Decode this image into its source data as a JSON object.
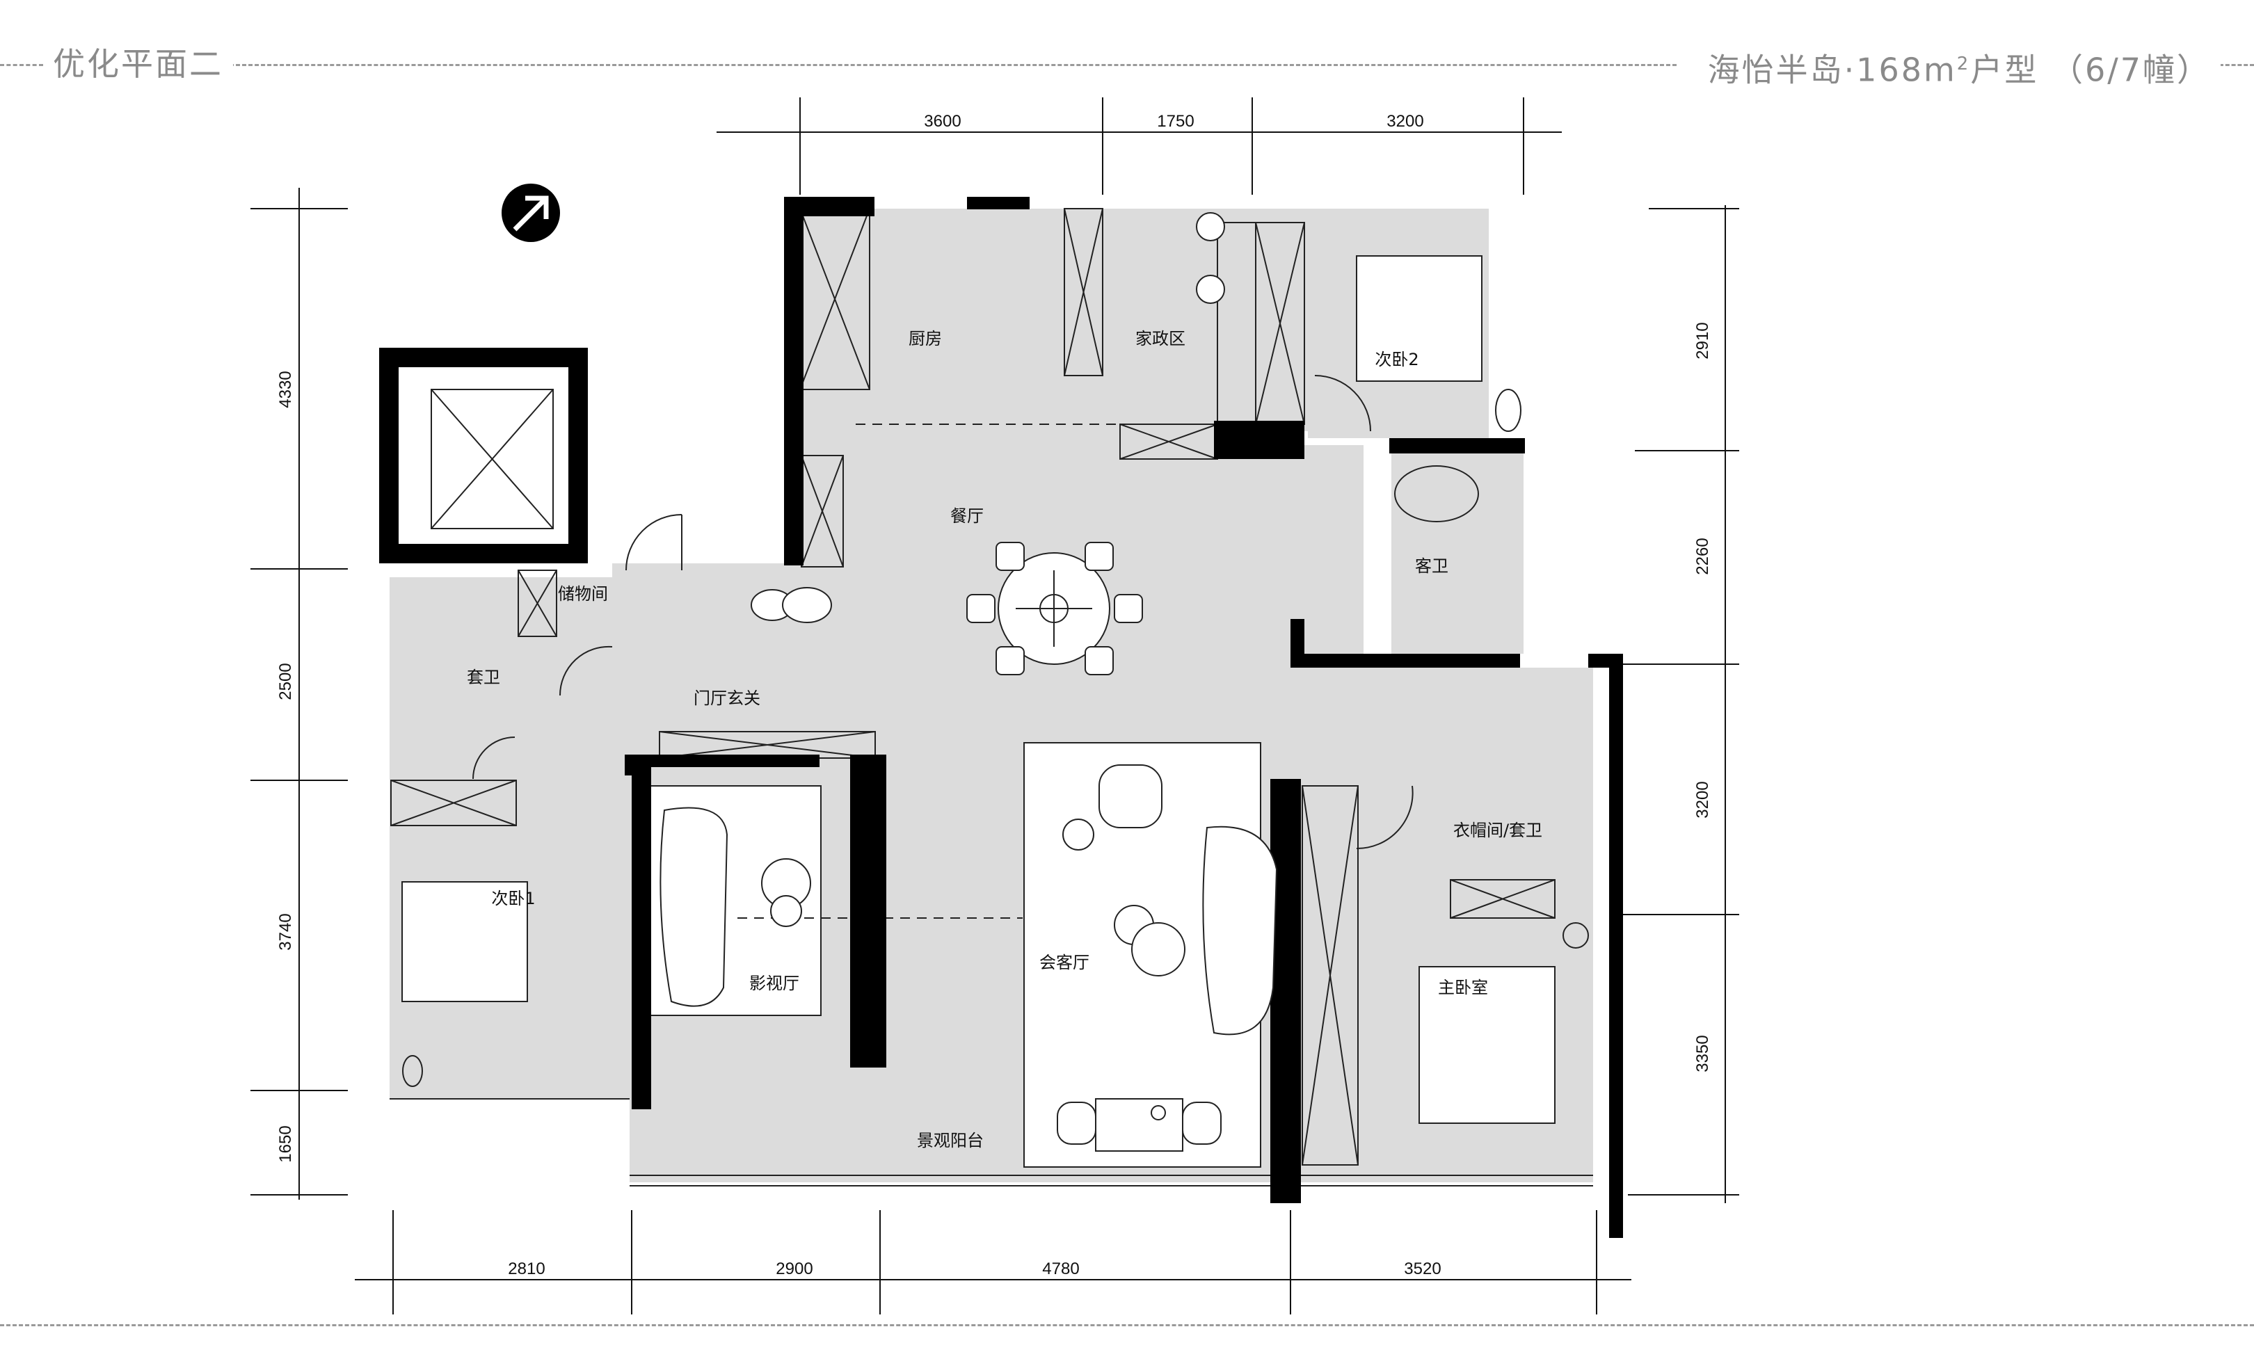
{
  "header": {
    "left_title": "优化平面二",
    "right_title_a": "海怡半岛·168m",
    "right_title_sup": "2",
    "right_title_b": "户型 （6/7幢）"
  },
  "rooms": {
    "kitchen": "厨房",
    "utility": "家政区",
    "bedroom2": "次卧2",
    "dining": "餐厅",
    "guest_bath": "客卫",
    "storage": "储物间",
    "suite_bath": "套卫",
    "foyer": "门厅玄关",
    "bedroom1": "次卧1",
    "media_room": "影视厅",
    "living_room": "会客厅",
    "closet_bath": "衣帽间/套卫",
    "master_bedroom": "主卧室",
    "balcony": "景观阳台"
  },
  "dimensions": {
    "top": [
      "3600",
      "1750",
      "3200"
    ],
    "bottom": [
      "2810",
      "2900",
      "4780",
      "3520"
    ],
    "left": [
      "4330",
      "2500",
      "3740",
      "1650"
    ],
    "right": [
      "2910",
      "2260",
      "3200",
      "3350"
    ]
  },
  "symbols": {
    "north": "north-arrow"
  }
}
